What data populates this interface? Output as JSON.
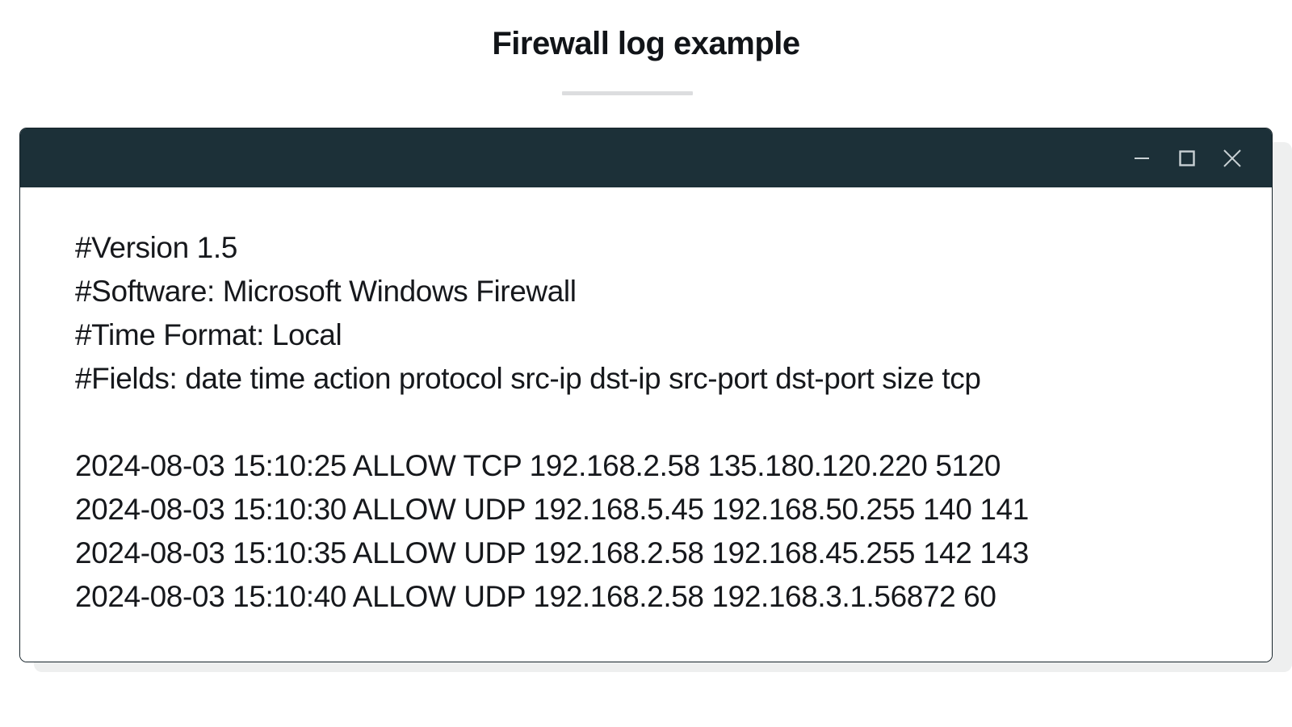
{
  "page": {
    "title": "Firewall log example",
    "background_color": "#ffffff",
    "divider_color": "#dcdddf"
  },
  "window": {
    "titlebar_color": "#1c3038",
    "border_color": "#16232a",
    "shadow_color": "#eeefef",
    "controls": [
      {
        "name": "minimize",
        "glyph": "minimize-icon",
        "label": "Minimize"
      },
      {
        "name": "maximize",
        "glyph": "maximize-icon",
        "label": "Maximize"
      },
      {
        "name": "close",
        "glyph": "close-icon",
        "label": "Close"
      }
    ]
  },
  "log": {
    "text_color": "#16181c",
    "header_lines": [
      "#Version 1.5",
      "#Software: Microsoft Windows Firewall",
      "#Time Format: Local",
      "#Fields: date time action protocol src-ip dst-ip src-port dst-port size tcp"
    ],
    "entries": [
      "2024-08-03 15:10:25 ALLOW TCP 192.168.2.58 135.180.120.220 5120",
      "2024-08-03 15:10:30 ALLOW UDP 192.168.5.45 192.168.50.255 140 141",
      "2024-08-03 15:10:35 ALLOW UDP 192.168.2.58 192.168.45.255 142 143",
      "2024-08-03 15:10:40 ALLOW UDP 192.168.2.58 192.168.3.1.56872 60"
    ]
  }
}
